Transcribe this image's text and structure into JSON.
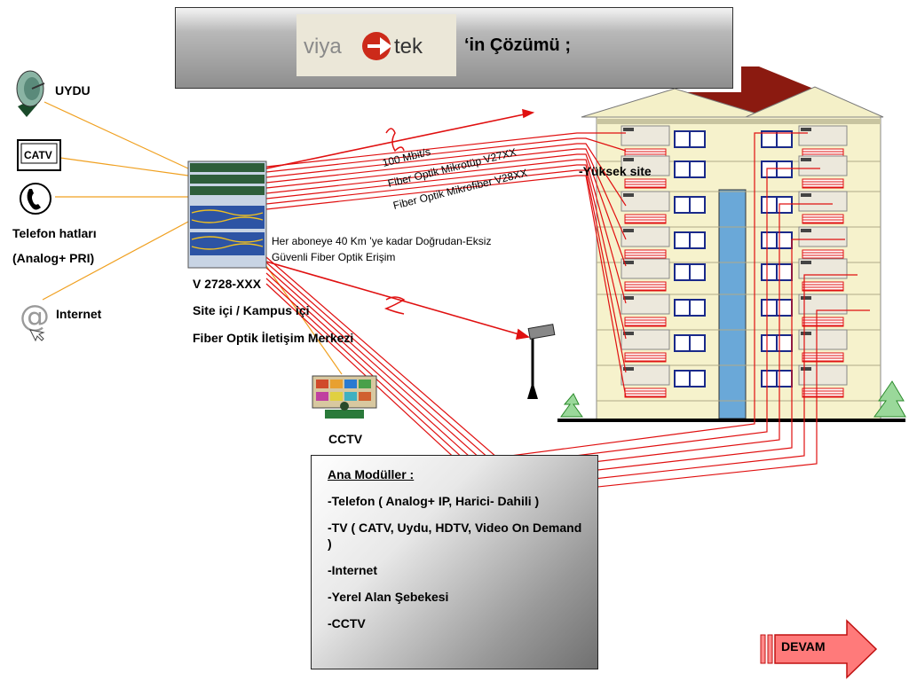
{
  "header": {
    "logo_text_left": "viya",
    "logo_text_right": "tek",
    "title_suffix": "‘in Çözümü ;"
  },
  "sources": {
    "uydu": "UYDU",
    "catv_icon_text": "CATV",
    "telefon_line1": "Telefon hatları",
    "telefon_line2": "(Analog+ PRI)",
    "internet": "Internet",
    "cctv": "CCTV"
  },
  "center": {
    "model": "V 2728-XXX",
    "line2": "Site içi / Kampus içi",
    "line3": "Fiber Optik İletişim Merkezi"
  },
  "annotations": {
    "speed": "100 Mbit/s",
    "mikrotup": "Fiber Optik Mikrotüp V27XX",
    "mikrofiber": "Fiber Optik Mikrofiber V28XX",
    "yuksek": "-Yüksek site",
    "subscriber_line1": "Her aboneye 40 Km ’ye kadar Doğrudan-Eksiz",
    "subscriber_line2": "Güvenli Fiber Optik Erişim"
  },
  "modules": {
    "title": "Ana Modüller :",
    "items": [
      "-Telefon ( Analog+ IP, Harici- Dahili )",
      "-TV ( CATV, Uydu, HDTV, Video On Demand )",
      "-Internet",
      "-Yerel Alan Şebekesi",
      "-CCTV"
    ]
  },
  "nav": {
    "devam": "DEVAM"
  },
  "colors": {
    "fiber": "#e01010",
    "feed": "#f0a020",
    "roof": "#8b1a10",
    "arrow": "#ff7a7a"
  }
}
